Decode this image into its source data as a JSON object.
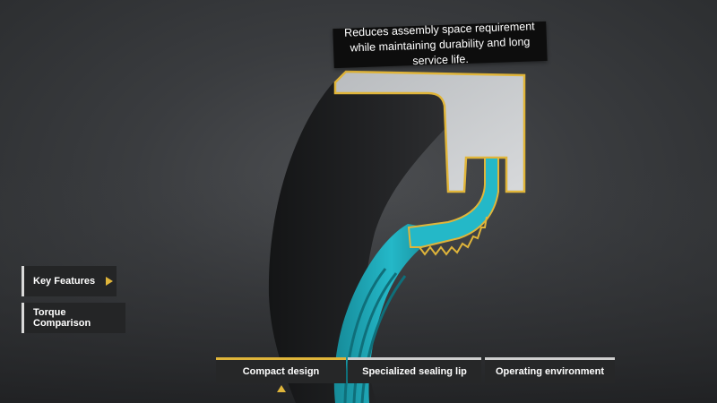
{
  "callout": {
    "text": "Reduces assembly space requirement while maintaining durability and long service life."
  },
  "side_menu": {
    "items": [
      {
        "label": "Key Features"
      },
      {
        "label": "Torque Comparison"
      }
    ]
  },
  "feature_tabs": {
    "items": [
      {
        "label": "Compact design",
        "active": true
      },
      {
        "label": "Specialized sealing lip",
        "active": false
      },
      {
        "label": "Operating environment",
        "active": false
      }
    ]
  },
  "colors": {
    "accent": "#e0b53a",
    "seal_teal": "#1fa8b8",
    "rubber": "#1c1d1e",
    "metal": "#c8cacc"
  }
}
